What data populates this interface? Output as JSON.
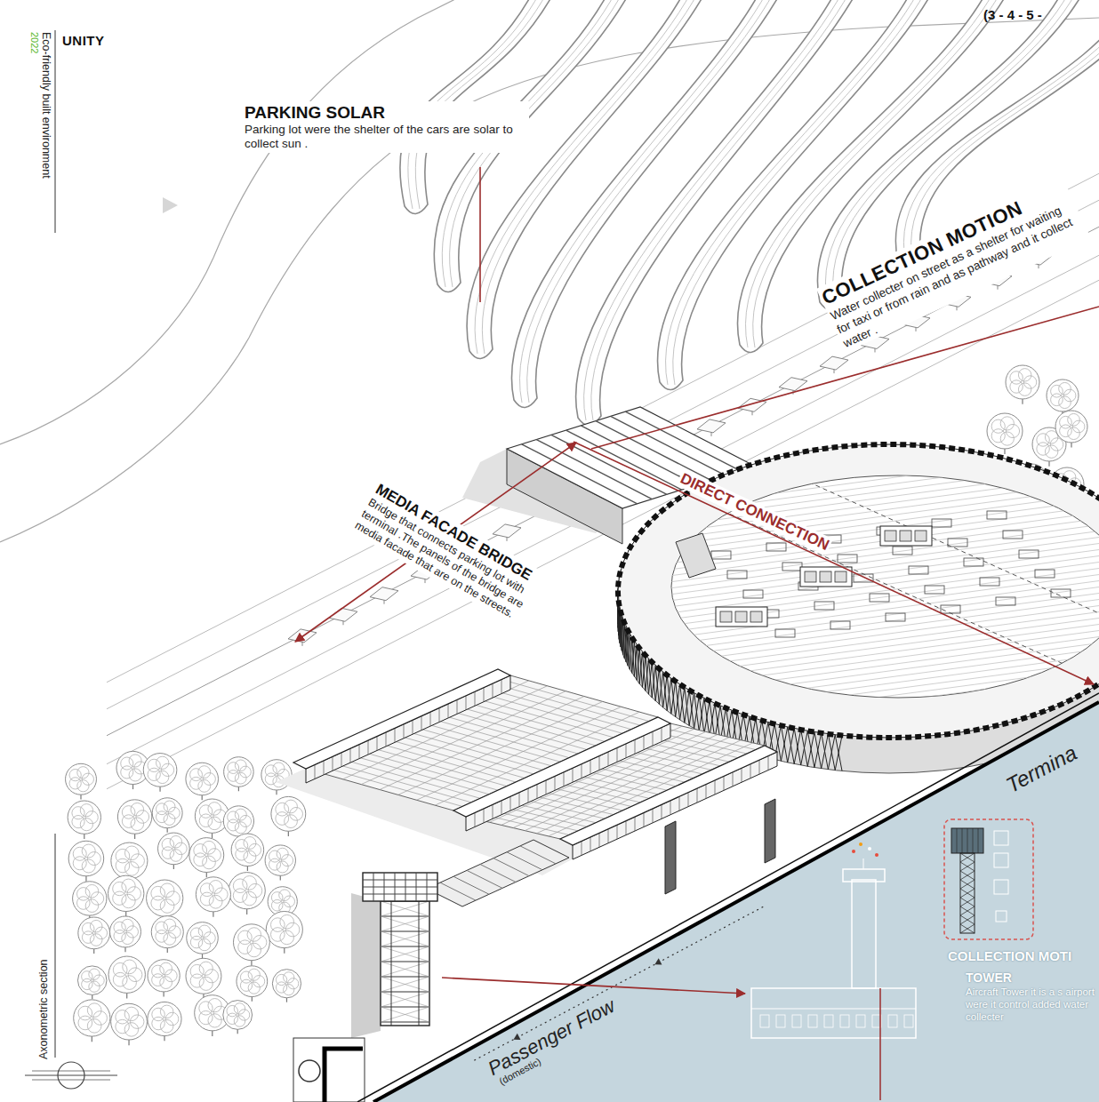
{
  "diagram": {
    "title": "UNITY",
    "labels": [
      "Eco-friendly built environment",
      "2022",
      "(3 - 4 - 5 -",
      "PARKING SOLAR",
      "Parking lot were the shelter of the cars are solar to collect sun .",
      "COLLECTION MOTION",
      "Water collecter on street as a shelter for waiting for taxi or from rain and as pathway and it collect water .",
      "MEDIA FACADE BRIDGE",
      "Bridge that connects parking lot with terminal .The panels of the bridge are media facade that are on the streets.",
      "DIRECT CONNECTION",
      "Termina",
      "Passenger Flow",
      "(domestic)",
      "COLLECTION MOTI",
      "TOWER",
      "Aircraft Tower it is a s airport were it control added water collecter",
      "Axonometric section"
    ]
  }
}
